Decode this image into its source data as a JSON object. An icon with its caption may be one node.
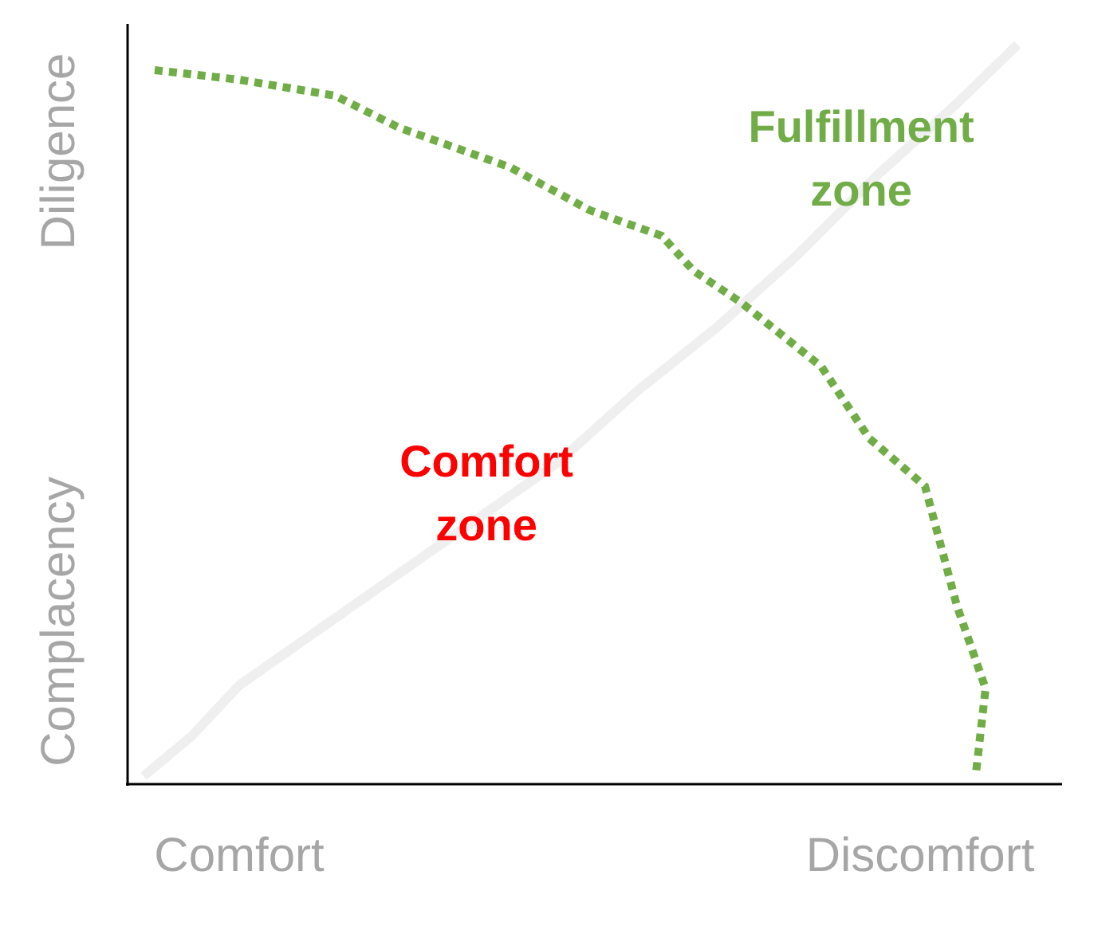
{
  "diagram": {
    "labels": [
      "Diligence",
      "Fulfillment zone",
      "Comfort zone",
      "Complacency",
      "Comfort",
      "Discomfort"
    ]
  }
}
